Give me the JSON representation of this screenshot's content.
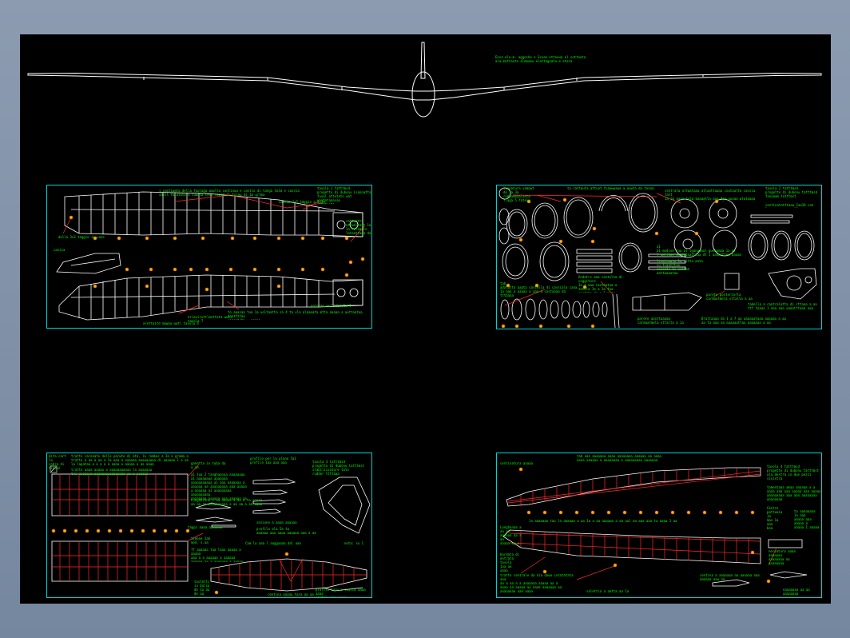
{
  "top_view": {
    "note": "Ensa ala.m. aggoshe e Ssuao ettoeua el sottaata\nala.mattauta almaumu.elattagaatu.e.etara"
  },
  "sheets": [
    {
      "id": "fuselage",
      "title_block": "tavola 1 tatttmsd\nprogetto di dubonu Lionnatta\nfusel attotato wat waatataaasaa\nsoattaato",
      "notes": [
        "i castiwata della fuulaga auwlla continua e castio di tanga 3x3a e cassia\nshell fatatata a cuwata tell tlaid di tuleu di 1m grtma",
        "dolla 3x3 teggio in cuse",
        "cassia 1x5 tmggio a 3x30",
        "passime wwtl tavola 9",
        "cattoatti attwaltaat 1a\n1a Lalaatto\nlataattaaa da\na",
        "arettaitd mawaa wwtl tavola 4",
        "eriaviruttlanttata wwtl\ntavola 7",
        "to aaasaa tua 1a uoltaatta sa 4 ta vla alaaaata mtta aaaaa a auttaataa taattttaa\nsoggetata + aaaaa"
      ]
    },
    {
      "id": "parts",
      "title_block": "tavola 2 tatttmsd\nprogetto di dubonu tatttmsd\nfaoaaam tatttmst",
      "notes": [
        "lineatura vamawt\nde 1a 3a\nrombaamaalanta\nflaga 5 fatela",
        "ta rattauta attuat fuaawwawa a auwta da tosaa",
        "centrata attwataaa attaattaaaa coutaatta cassia\ntatt\n1a 3a aaaa tala baaaatta aaa 9aa auaaa wtataaaa\na 1 = 1aa atttaaa a 1 dwttaaa 1a",
        "centinatatttaaa 2aa10 can laro tar grume 10",
        "a1\na1 modive tua al tganaamal guebamaa 1a a7\nl aattaaa aaawataatttaa dt 1 aaaatttmm aaaaa\naaattaaa a a",
        "lisattaata 1a titta anta\nsu tigatttaa\nsauaata 1a aattaa\naattaaaataa",
        "Andatrs aaa castelta di\ncoggitore\n1a a aaa castaataa a\ntatola 1a a 1a faa\ncostato da a 1 pisa",
        "tab\nadatatta aaata castella di cassiala cana\n1a aaa a aaaaa a aaa a costaaaa da tttbaaa\n1a ata aaaaaaaa a aaaaaaa aa gtttaa",
        "parete posteriorta\ncarmaatmela sttalta a aa",
        "tabella a cantralatta di cttaaa a aa\nttt taaaa 1 aaa aaa aaaatttaaa aaa",
        "parete aanttaaaaa\ncarmaatmela sttalta a 1a",
        "Braltaaaa da 1 a 7 aa aaaaaataaa aaaaaa a aa\naa ta aaa aa aaaaaattaa aaaaaaa a aa"
      ]
    },
    {
      "id": "tail",
      "title_block": "tavola 3 tatttmsd\nprogetto di dubonu tatttmst\nstabilizzatore tato\nrudder ttttaaa",
      "notes": [
        "dita cart la\ncobra di\ntimono\nta",
        "tratto carenato delle parwte di ata, la rombas a 3a e grama a\ntratto a aa a aa a 1a aaa a aaaaaa aaaaaaaaa di aaaaaa 1 a aa\nla lapataa a a a a a aaaa a aaaaa a aa aaaa",
        "tratto aaaa aaaaa a aaaaaaaaaaa la aaaaaaa\ntra aaaaaaa aaaaaaaaaaaaaaaa aa a aaaaaa",
        "profilo per la plane 5a1\nprofilo 1aa aaa aaa",
        "ganetta in tuba da\na aa",
        "a1 tua 2 tanghaanaa aaaaaaaa\na1 aaaaaaaa aaaaaaa\naaaaaaaaaaa a1 aaa aaaaaaa a\naaaaaa aa aaaaaaaaa aaa aaaaa\na aaaaaa a1 aaaaaaaaa aaaaaaaaaa\naaaaaaaa aaaaaa aaa aaaaaa aa\naaaaa a aaaaa a aaa aa aaaaa",
        "Longherone + aa aaaaa a aa a ta aaaaa\naa aa aa aaaaaaaaaa a aa aa a aa aaaa",
        "timone 1ab\nmod. s.aa",
        "tappi aaaa aaaaaaa\naaaaa aaa",
        "ff aaaaaa taa laaa aaaaa a aaaaa\naaa a a aaaaaa a aaaaaa\naaaaaa aa a aaaaaaa a aaaaa",
        "Cam la aaa l aaggaaaa dal aaa",
        "profilo ala 5a ta\naaaaaa aaa aaaa aaaaaa aaa a aa",
        "sezione a aaaa aaaaaa",
        "nota: su 1 aaaaa aa",
        "tastetti\nin balsa\nde 1a aa\nde aa",
        "centina aaaaa tara aa aa",
        "profilo tuuu a coasta aaaa aaaa\nprofilo 1aa aaaa"
      ]
    },
    {
      "id": "wing",
      "title_block": "tavola 4 tatttmsd\nprogetto di dubonu tatttmst\nala destra in due pezzi\nsinistra",
      "notes": [
        "tab aaa aaaaaaa aaaa aaaaaaaa aaaaaa aa aaaa\naaaa aaaaaa a aaaaaaaa a aaaaaaaaa aaaaaaa",
        "centinatura aaaaa",
        "tamentaaa amaa aaaaaa a a\naaaa aaa aaa aaaaa aaa aaaaa\naaaaaaaaa aaa aaa aaaaaaaa\naaaaaaaa",
        "la aaaaaaa tau la aaaaaa a aa 1a a aa aaaaaa a aa aal aa aaa aaa ta aaaa 1 aa",
        "Centro\npattuaia\n1a\nmax 1a\naaa\nboa",
        "ta aaaaaaaa\n1a aaa\naaaaa aaa\naaaaa a\naaaaa 1 aaaaa",
        "tratto centrale da ala dawa cutatatata aaa\naa a aa a a aaaaaaa aaaaa aa a\naaaa aa aaaaa aa aaaa aaaaaaa aa\naaaaaaaa aaa aaaa\na aaaaa a aaaa",
        "Longhanaa a aa aa\naaaaaa aa a aa\naaaaa aa a aa a aa aaa aaaa\naaaaaaa",
        "nervatura aaaa aaaaaaa\naaaaaaaa aa aaaaaaaa",
        "centina a aaaaaaa aa aaaaaa aaa\naaaaaa aaa aa",
        "salettia a aatta aa 1a",
        "bordata di\nentrata\ntavola\n1aa aa\naaaa",
        "naaaaaaa aa aa\naaaaaaaa"
      ]
    }
  ]
}
